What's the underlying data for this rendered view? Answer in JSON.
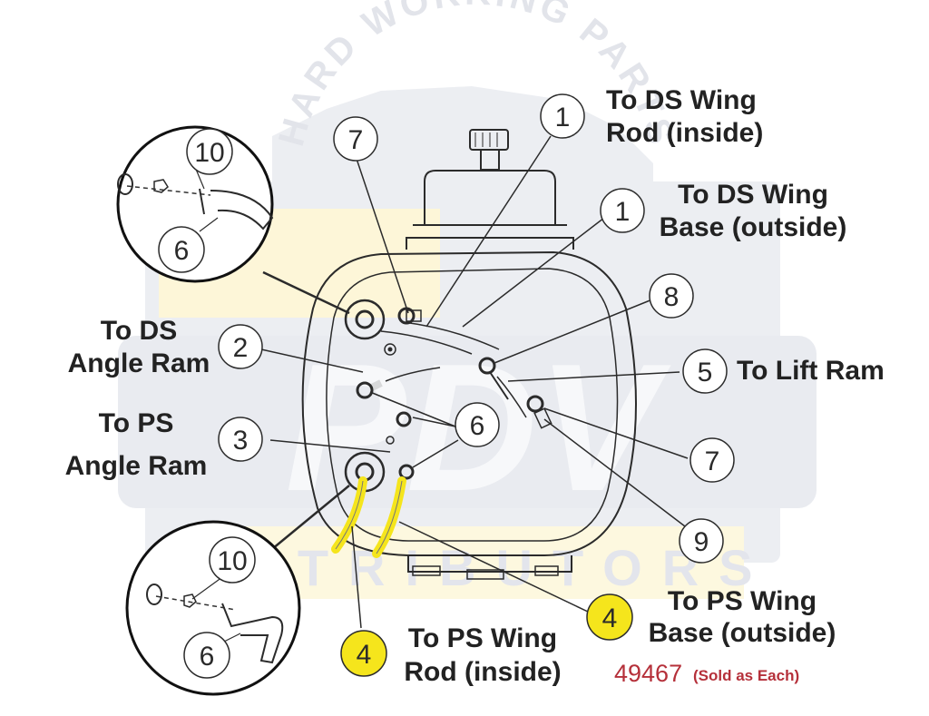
{
  "watermark": {
    "arc_text": "HARD WORKING PARTS",
    "brand": "PDV",
    "sub": "DISTRIBUTORS"
  },
  "callouts": [
    {
      "id": "c7a",
      "number": "7",
      "highlight": false
    },
    {
      "id": "c1a",
      "number": "1",
      "highlight": false
    },
    {
      "id": "c1b",
      "number": "1",
      "highlight": false
    },
    {
      "id": "c8",
      "number": "8",
      "highlight": false
    },
    {
      "id": "c5",
      "number": "5",
      "highlight": false
    },
    {
      "id": "c2",
      "number": "2",
      "highlight": false
    },
    {
      "id": "c3",
      "number": "3",
      "highlight": false
    },
    {
      "id": "c6a",
      "number": "6",
      "highlight": false
    },
    {
      "id": "c7b",
      "number": "7",
      "highlight": false
    },
    {
      "id": "c9",
      "number": "9",
      "highlight": false
    },
    {
      "id": "c4a",
      "number": "4",
      "highlight": true
    },
    {
      "id": "c4b",
      "number": "4",
      "highlight": true
    },
    {
      "id": "d10a",
      "number": "10",
      "highlight": false
    },
    {
      "id": "d6a",
      "number": "6",
      "highlight": false
    },
    {
      "id": "d10b",
      "number": "10",
      "highlight": false
    },
    {
      "id": "d6b",
      "number": "6",
      "highlight": false
    }
  ],
  "labels": {
    "ds_wing_rod": [
      "To DS Wing",
      "Rod (inside)"
    ],
    "ds_wing_base": [
      "To DS Wing",
      "Base (outside)"
    ],
    "lift_ram": "To Lift Ram",
    "ds_angle_ram": [
      "To DS",
      "Angle Ram"
    ],
    "ps_angle_ram": [
      "To PS",
      "Angle Ram"
    ],
    "ps_wing_base": [
      "To PS Wing",
      "Base (outside)"
    ],
    "ps_wing_rod": [
      "To PS Wing",
      "Rod (inside)"
    ]
  },
  "part": {
    "number": "49467",
    "note": "(Sold as Each)"
  },
  "colors": {
    "highlight": "#f5e51c",
    "part_number": "#b5303a",
    "ink": "#2b2b2b",
    "watermark": "#e4e6ec",
    "watermark_yellow": "#fdf6d8"
  }
}
